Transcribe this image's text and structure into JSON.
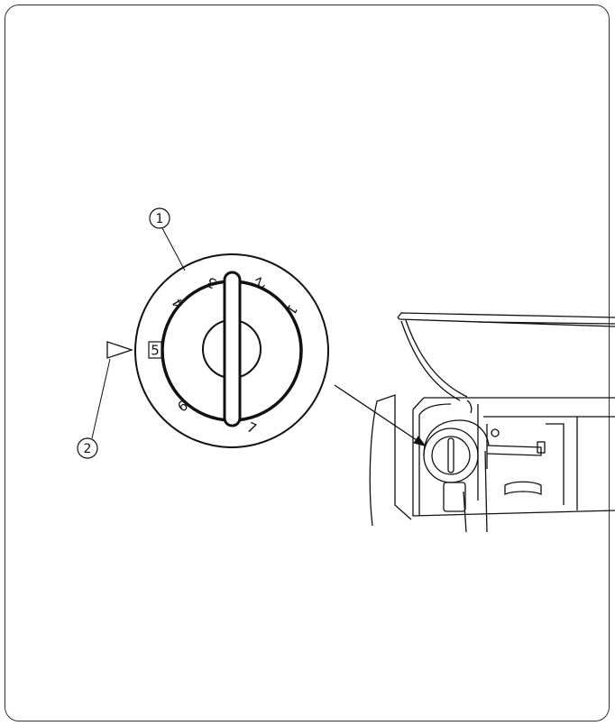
{
  "callouts": [
    {
      "number": "1"
    },
    {
      "number": "2"
    }
  ],
  "dial": {
    "selected": "5",
    "numbers": [
      "1",
      "2",
      "3",
      "4",
      "6",
      "7"
    ]
  }
}
